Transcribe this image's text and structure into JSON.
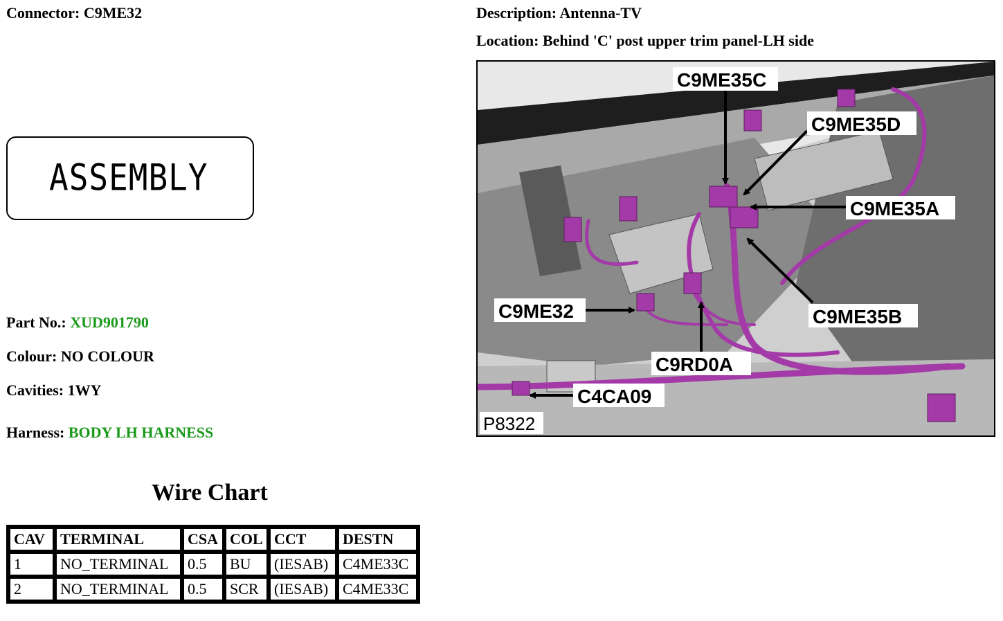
{
  "header": {
    "connector_label": "Connector:",
    "connector_value": "C9ME32",
    "description_label": "Description:",
    "description_value": "Antenna-TV",
    "location_label": "Location:",
    "location_value": "Behind 'C' post upper trim panel-LH side"
  },
  "assembly": {
    "text": "ASSEMBLY"
  },
  "details": {
    "part_no_label": "Part No.:",
    "part_no_value": "XUD901790",
    "colour_label": "Colour:",
    "colour_value": "NO COLOUR",
    "cavities_label": "Cavities:",
    "cavities_value": "1WY",
    "harness_label": "Harness:",
    "harness_value": "BODY LH HARNESS"
  },
  "wire_chart": {
    "title": "Wire Chart",
    "columns": [
      "CAV",
      "TERMINAL",
      "CSA",
      "COL",
      "CCT",
      "DESTN"
    ],
    "rows": [
      [
        "1",
        "NO_TERMINAL",
        "0.5",
        "BU",
        "(IESAB)",
        "C4ME33C"
      ],
      [
        "2",
        "NO_TERMINAL",
        "0.5",
        "SCR",
        "(IESAB)",
        "C4ME33C"
      ]
    ]
  },
  "diagram": {
    "callouts": {
      "c9me35c": "C9ME35C",
      "c9me35d": "C9ME35D",
      "c9me35a": "C9ME35A",
      "c9me35b": "C9ME35B",
      "c9me32": "C9ME32",
      "c9rd0a": "C9RD0A",
      "c4ca09": "C4CA09"
    },
    "figure_id": "P8322",
    "colors": {
      "harness": "#a43aa8",
      "panel": "#9a9a9a",
      "dark": "#3c3c3c"
    }
  }
}
